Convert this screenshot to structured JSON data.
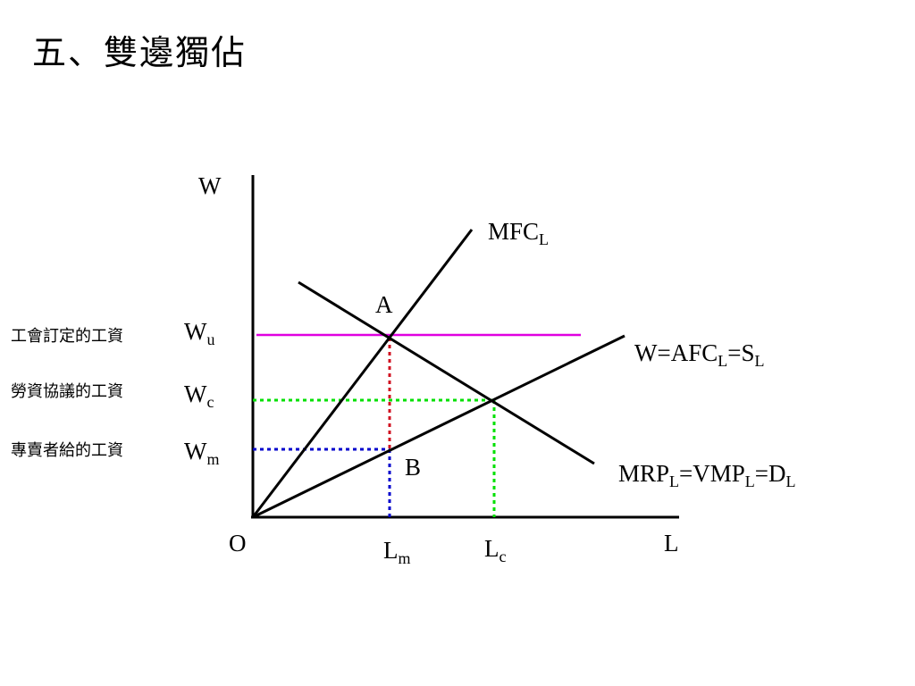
{
  "title": "五、雙邊獨佔",
  "axes": {
    "y_label": "W",
    "x_label": "L",
    "origin": "O"
  },
  "curves": {
    "mfc": {
      "main": "MFC",
      "sub": "L"
    },
    "supply": {
      "parts": [
        "W=AFC",
        "L",
        "=S",
        "L"
      ]
    },
    "demand": {
      "parts": [
        "MRP",
        "L",
        "=VMP",
        "L",
        "=D",
        "L"
      ]
    }
  },
  "points": {
    "a": "A",
    "b": "B"
  },
  "wage_levels": [
    {
      "desc": "工會訂定的工資",
      "main": "W",
      "sub": "u",
      "color": "#e000e0"
    },
    {
      "desc": "勞資協議的工資",
      "main": "W",
      "sub": "c",
      "color": "#00e000"
    },
    {
      "desc": "專賣者給的工資",
      "main": "W",
      "sub": "m",
      "color": "#0000cc"
    }
  ],
  "quantities": [
    {
      "main": "L",
      "sub": "m"
    },
    {
      "main": "L",
      "sub": "c"
    }
  ],
  "colors": {
    "lm_drop": "#d01020"
  }
}
